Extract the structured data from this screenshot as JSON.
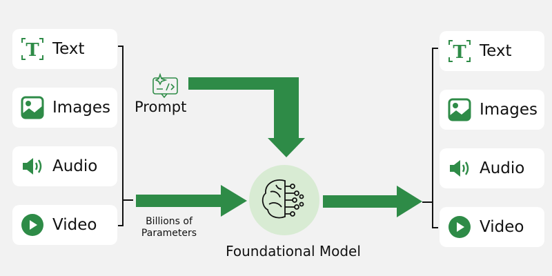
{
  "inputs": [
    {
      "label": "Text",
      "icon": "text-icon"
    },
    {
      "label": "Images",
      "icon": "image-icon"
    },
    {
      "label": "Audio",
      "icon": "audio-icon"
    },
    {
      "label": "Video",
      "icon": "video-icon"
    }
  ],
  "outputs": [
    {
      "label": "Text",
      "icon": "text-icon"
    },
    {
      "label": "Images",
      "icon": "image-icon"
    },
    {
      "label": "Audio",
      "icon": "audio-icon"
    },
    {
      "label": "Video",
      "icon": "video-icon"
    }
  ],
  "prompt_label": "Prompt",
  "parameters_label_line1": "Billions of",
  "parameters_label_line2": "Parameters",
  "model_label": "Foundational Model",
  "colors": {
    "accent": "#2e8b47",
    "circle": "#d8ebd3",
    "background": "#f2f2f2"
  }
}
